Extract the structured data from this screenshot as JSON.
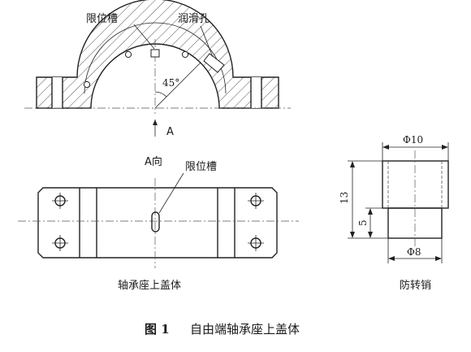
{
  "labels": {
    "stop_groove_top": "限位槽",
    "lube_hole": "润滑孔",
    "angle": "45°",
    "view_marker": "A",
    "view_label": "A向",
    "stop_groove_plan": "限位槽",
    "cap_name": "轴承座上盖体",
    "pin_name": "防转销"
  },
  "dimensions": {
    "pin_top_dia": "Φ10",
    "pin_bottom_dia": "Φ8",
    "pin_height": "13",
    "pin_shoulder": "5"
  },
  "caption": {
    "figure_no": "图 1",
    "title": "自由端轴承座上盖体"
  }
}
